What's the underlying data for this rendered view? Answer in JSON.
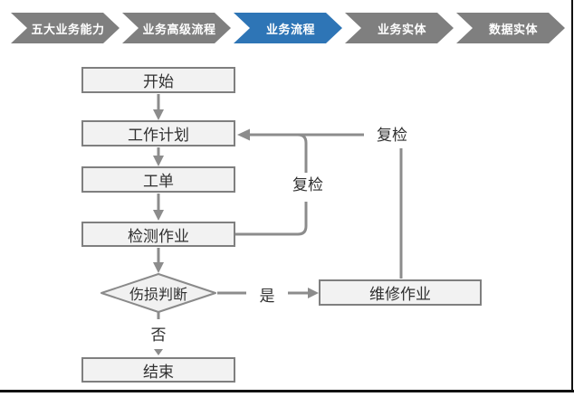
{
  "breadcrumb": {
    "items": [
      {
        "label": "五大业务能力",
        "active": false
      },
      {
        "label": "业务高级流程",
        "active": false
      },
      {
        "label": "业务流程",
        "active": true
      },
      {
        "label": "业务实体",
        "active": false
      },
      {
        "label": "数据实体",
        "active": false
      }
    ]
  },
  "flowchart": {
    "nodes": {
      "start": "开始",
      "plan": "工作计划",
      "order": "工单",
      "inspect": "检测作业",
      "decision": "伤损判断",
      "repair": "维修作业",
      "end": "结束"
    },
    "labels": {
      "recheck_inner": "复检",
      "recheck_outer": "复检",
      "yes": "是",
      "no": "否"
    }
  },
  "colors": {
    "chevron_gray": "#7f7f7f",
    "chevron_active_blue": "#2e75b6",
    "node_fill": "#f2f2f2",
    "node_border": "#7f7f7f",
    "connector_gray": "#8c8c8c",
    "text": "#303030",
    "frame_line": "#111111"
  }
}
